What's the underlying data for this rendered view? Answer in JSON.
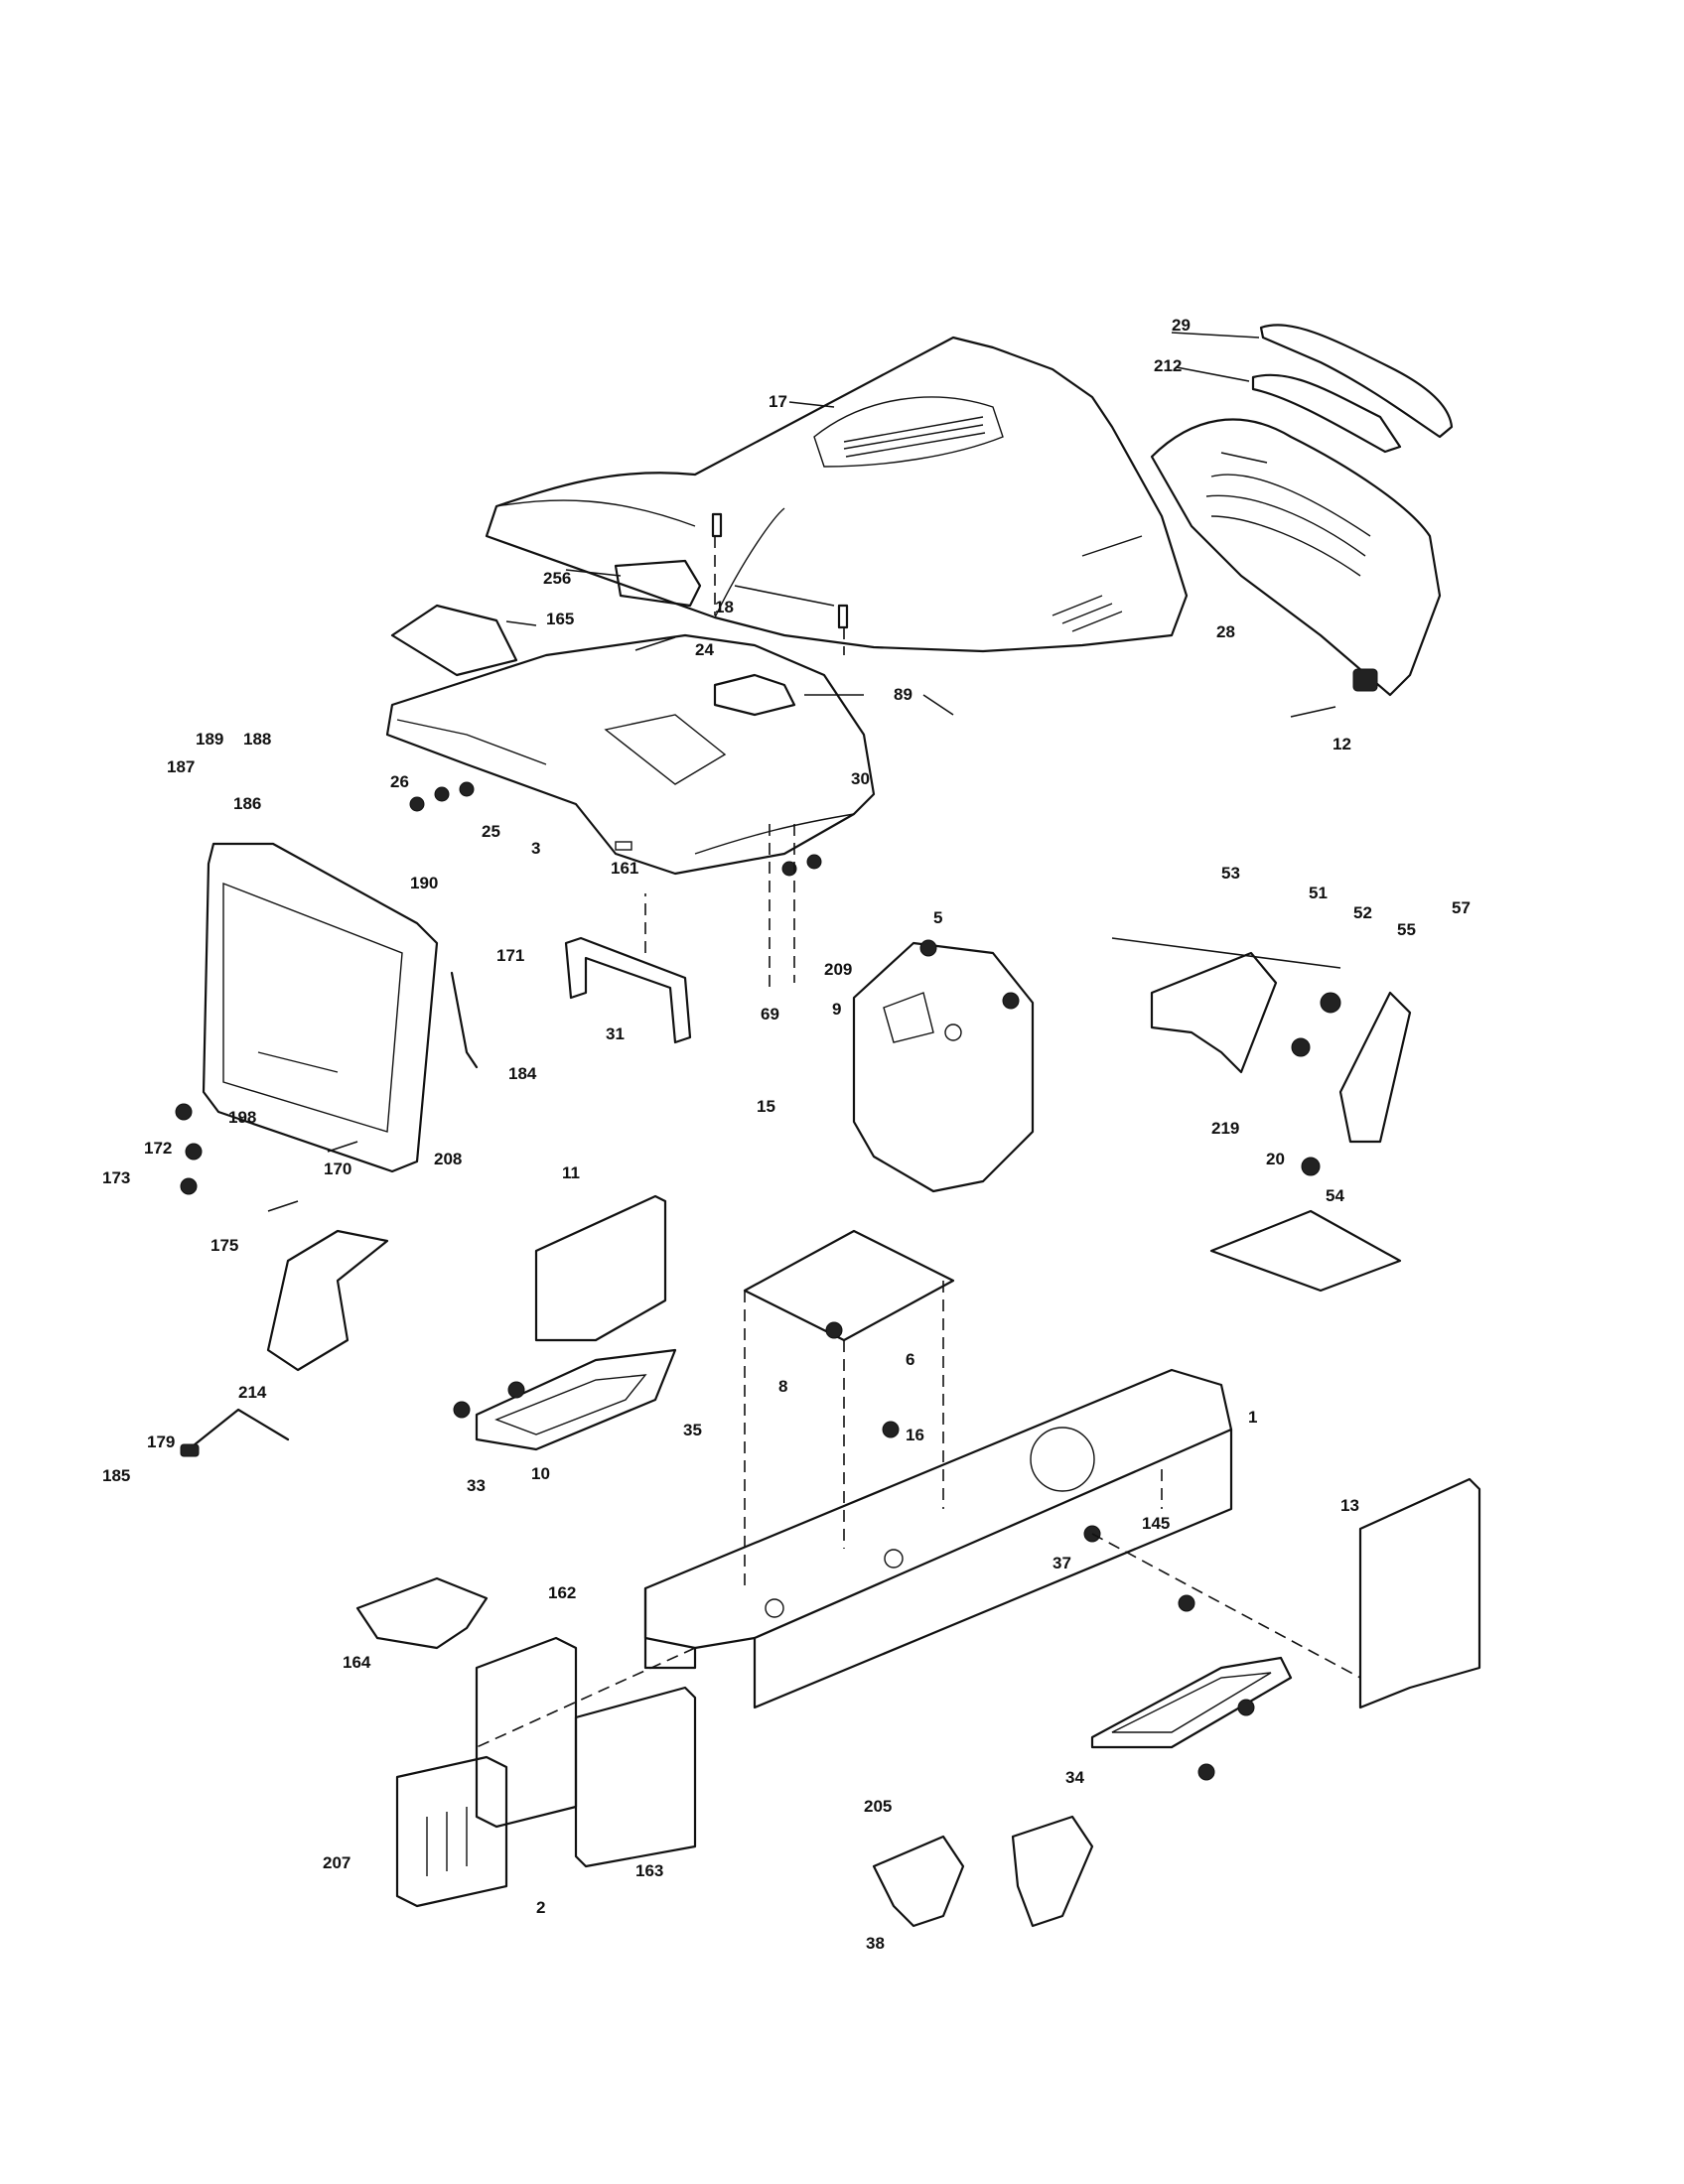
{
  "callouts": [
    "1",
    "2",
    "3",
    "5",
    "6",
    "8",
    "9",
    "10",
    "11",
    "12",
    "13",
    "15",
    "16",
    "17",
    "18",
    "20",
    "24",
    "25",
    "26",
    "28",
    "29",
    "30",
    "31",
    "33",
    "34",
    "35",
    "37",
    "38",
    "51",
    "52",
    "53",
    "54",
    "55",
    "57",
    "69",
    "89",
    "145",
    "161",
    "162",
    "163",
    "164",
    "165",
    "170",
    "171",
    "172",
    "173",
    "175",
    "179",
    "184",
    "185",
    "186",
    "187",
    "188",
    "189",
    "190",
    "198",
    "205",
    "207",
    "208",
    "209",
    "212",
    "214",
    "219",
    "256"
  ]
}
